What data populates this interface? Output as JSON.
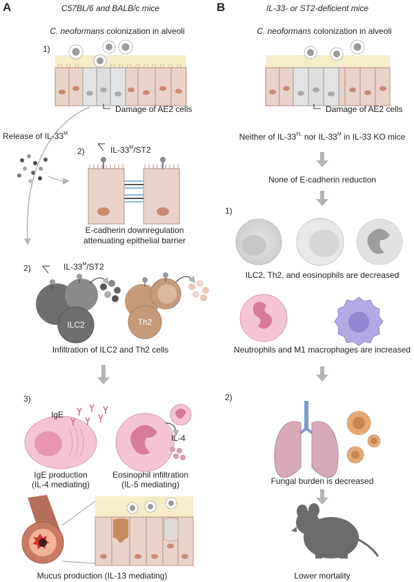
{
  "panel_a": {
    "letter": "A",
    "title": "C57BL/6 and BALB/c mice",
    "colonization": {
      "italic": "C. neoformans",
      "rest": " colonization in alveoli"
    },
    "step1": "1)",
    "damage": "Damage of AE2 cells",
    "release": "Release of IL-33",
    "release_sup": "M",
    "step2a": "2)",
    "receptor": {
      "pre": "IL-33",
      "sup": "M",
      "post": "/ST2"
    },
    "ecad_line1": "E-cadherin downregulation",
    "ecad_line2": "attenuating epithelial barrier",
    "step2b": "2)",
    "receptor2": {
      "pre": "IL-33",
      "sup": "M",
      "post": "/ST2"
    },
    "ilc2": "ILC2",
    "th2": "Th2",
    "infiltration": "Infiltration of ILC2 and Th2 cells",
    "step3": "3)",
    "ige": "IgE",
    "il4": "IL-4",
    "ige_prod_line1": "IgE production",
    "ige_prod_line2": "(IL-4 mediating)",
    "eos_line1": "Eosinophil infiltration",
    "eos_line2": "(IL-5 mediating)",
    "mucus": "Mucus production (IL-13 mediating)"
  },
  "panel_b": {
    "letter": "B",
    "title": "IL-33- or ST2-deficient mice",
    "colonization": {
      "italic": "C. neoformans",
      "rest": " colonization in alveoli"
    },
    "damage": "Damage of AE2 cells",
    "neither": {
      "p1": "Neither of IL-33",
      "s1": "FL",
      "p2": " nor IL-33",
      "s2": "M",
      "p3": " in IL-33 KO mice"
    },
    "none": "None of E-cadherin reduction",
    "step1": "1)",
    "decreased": "ILC2, Th2, and eosinophils are decreased",
    "increased": "Neutrophils and M1 macrophages are increased",
    "step2": "2)",
    "fungal": "Fungal burden is decreased",
    "mortality": "Lower mortality"
  },
  "colors": {
    "tissue": "#e8d3c9",
    "tissue_dark": "#c9a596",
    "airspace": "#f5edc8",
    "grey_cell": "#d9d9d9",
    "arrow": "#b3b3b3",
    "ilc2": "#6e6e6e",
    "th2": "#c49a7a",
    "pink": "#f4c4d2",
    "purple": "#9f94d8",
    "mouse": "#6b6b6b",
    "lung": "#d8a9b6",
    "trachea": "#7a9bd0",
    "fungus": "#e4a877"
  }
}
